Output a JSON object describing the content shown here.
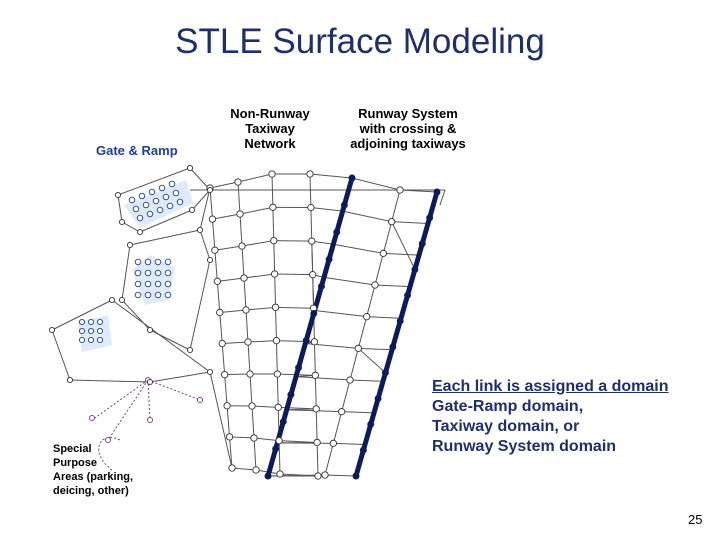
{
  "title": "STLE Surface Modeling",
  "labels": {
    "gate_ramp": "Gate & Ramp",
    "non_runway": [
      "Non-Runway",
      "Taxiway",
      "Network"
    ],
    "runway_system": [
      "Runway System",
      "with crossing &",
      "adjoining taxiways"
    ],
    "special_purpose": [
      "Special",
      "Purpose",
      "Areas (parking,",
      "deicing, other)"
    ]
  },
  "note": {
    "line1": "Each link is assigned a domain",
    "line2": "Gate-Ramp domain,",
    "line3": "Taxiway domain, or",
    "line4": "Runway System domain"
  },
  "page_number": "25",
  "colors": {
    "title": "#1f2f6e",
    "runway": "#0d1a5c",
    "gate_ramp_label": "#1f3da0",
    "gate_fill": "#b7d3f2",
    "special_links": "#7b3f8f"
  }
}
